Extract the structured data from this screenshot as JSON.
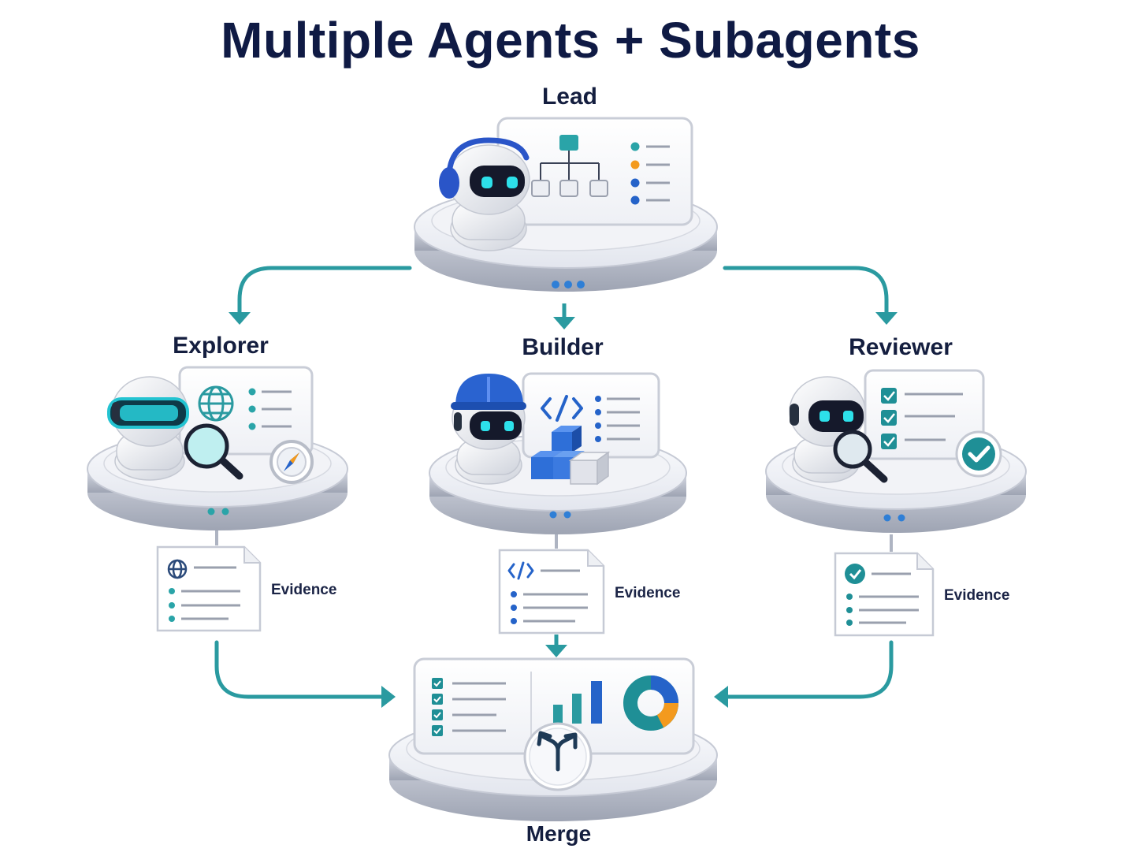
{
  "title": "Multiple Agents + Subagents",
  "nodes": {
    "lead": {
      "label": "Lead"
    },
    "explorer": {
      "label": "Explorer",
      "evidence": "Evidence"
    },
    "builder": {
      "label": "Builder",
      "evidence": "Evidence"
    },
    "reviewer": {
      "label": "Reviewer",
      "evidence": "Evidence"
    },
    "merge": {
      "label": "Merge"
    }
  },
  "colors": {
    "teal": "#2a9aa0",
    "blue": "#2563c9",
    "orange": "#f39a1e",
    "navy": "#0f1a44",
    "platform": "#e9ebf1"
  },
  "icons": {
    "explorer": [
      "globe-icon",
      "magnifier-icon",
      "compass-icon"
    ],
    "builder": [
      "hard-hat-icon",
      "code-icon",
      "cubes-icon"
    ],
    "reviewer": [
      "checklist-icon",
      "magnifier-icon",
      "check-badge-icon"
    ],
    "merge": [
      "checklist-icon",
      "bar-chart-icon",
      "donut-chart-icon",
      "merge-icon"
    ]
  }
}
